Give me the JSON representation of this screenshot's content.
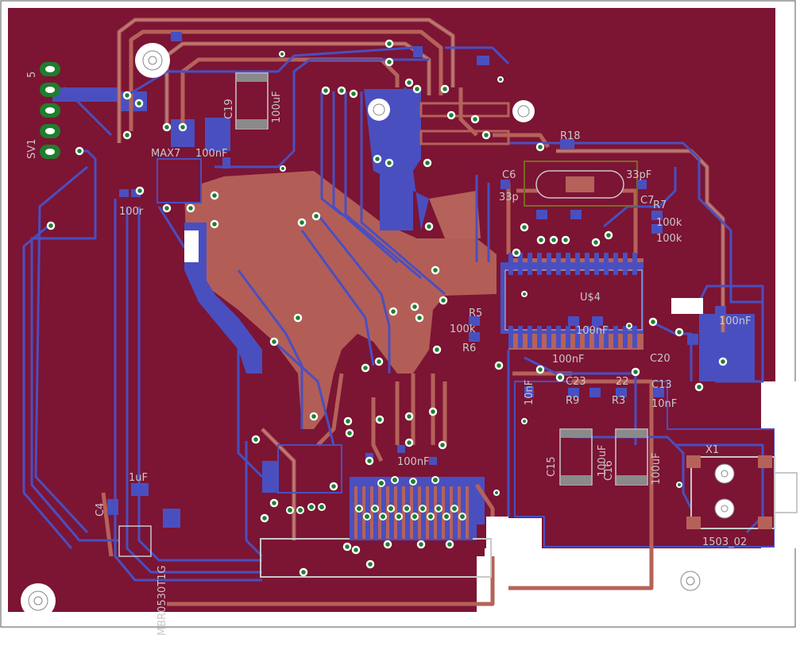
{
  "colors": {
    "board": "#7c1434",
    "copper_top": "#b5625a",
    "copper_bottom": "#4a4fc0",
    "trace_outline": "#b8b8c8",
    "via": "#1e7e2e",
    "pad": "#ffffff",
    "silk": "#c8c8c8",
    "outline": "#555555"
  },
  "labels": {
    "conn_pin5": "5",
    "conn_name": "SV1",
    "cap_100uf_1": "100uF",
    "c19": "C19",
    "max_ic": "MAX7",
    "max_cap": "100nF",
    "r_100r": "100r",
    "c6": "C6",
    "c6_val": "33p",
    "c7_val": "33pF",
    "c7": "C7",
    "r18": "R18",
    "r7": "R7",
    "r7_val": "100k",
    "r_100k": "100k",
    "u4": "U$4",
    "r5": "R5",
    "r5_val": "100k",
    "r6": "R6",
    "c_100nf_a": "100nF",
    "c_100nf_b": "100nF",
    "c13": "C13",
    "c13_val": "10nF",
    "c_1uf": "1uF",
    "c4": "C4",
    "diode": "MBR0530T1G",
    "c15": "C15",
    "c15_val": "100uF",
    "c16": "C16",
    "c16_val": "100uF",
    "x1": "X1",
    "x1_part": "1503_02",
    "c_100nf_c": "100nF",
    "c_10nf": "10nF",
    "c23": "C23",
    "r9": "R9",
    "c22": "22",
    "r3": "R3",
    "c_100nf_d": "100nF",
    "c20": "C20"
  }
}
